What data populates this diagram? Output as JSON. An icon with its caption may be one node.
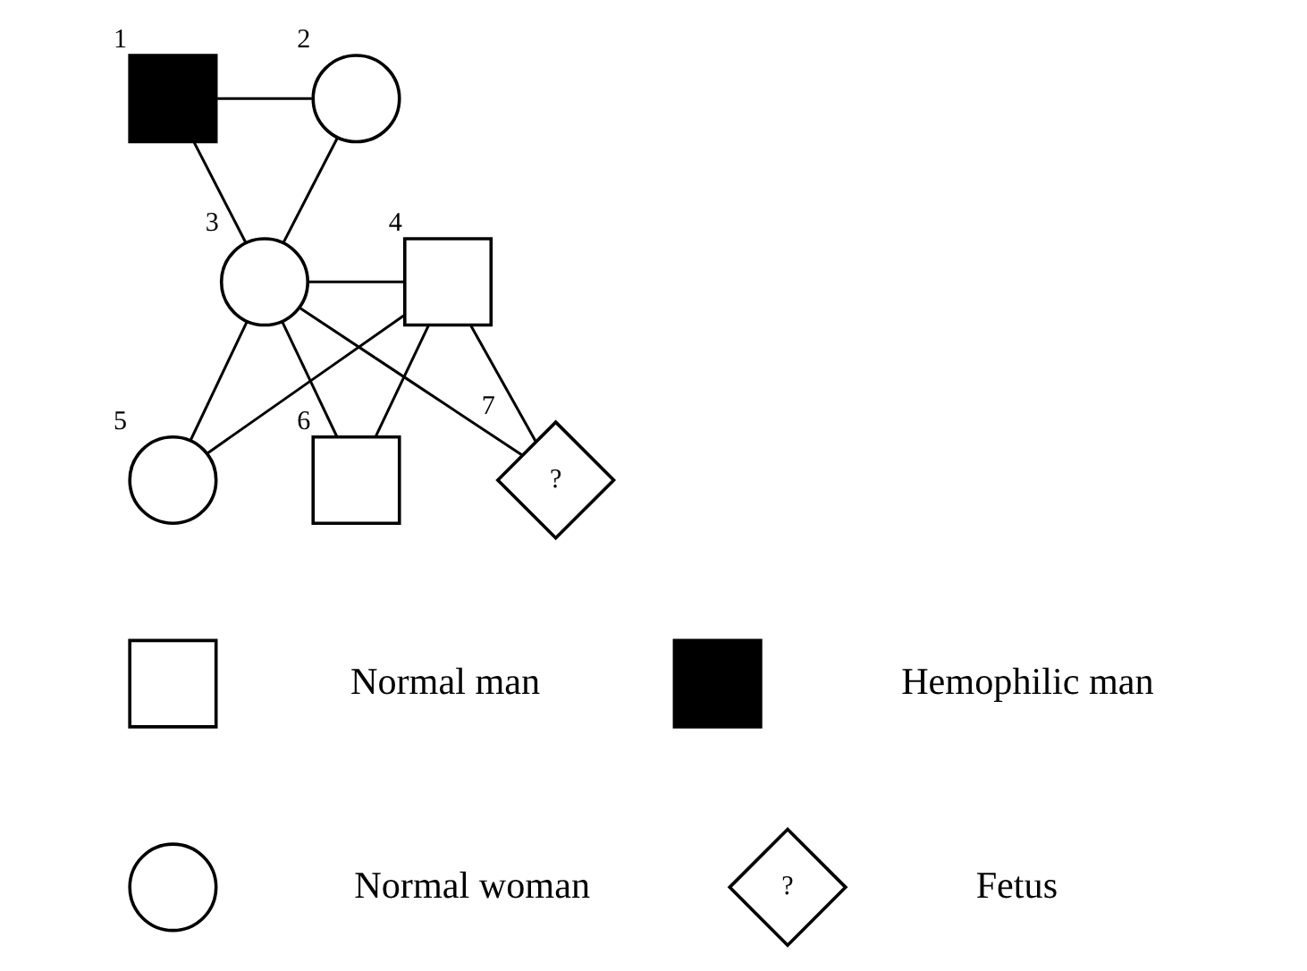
{
  "diagram": {
    "nodes": [
      {
        "text": [],
        "shape": "box",
        "beside": [
          "1"
        ]
      },
      {
        "text": [],
        "shape": "circle",
        "beside": [
          "2"
        ]
      },
      {
        "text": [],
        "shape": "circle",
        "beside": [
          "3"
        ]
      },
      {
        "text": [],
        "shape": "box",
        "beside": [
          "4"
        ]
      },
      {
        "text": [],
        "shape": "circle",
        "beside": [
          "5"
        ]
      },
      {
        "text": [],
        "shape": "box",
        "beside": [
          "6"
        ]
      },
      {
        "text": [
          "?"
        ],
        "beside": [
          "7"
        ]
      },
      {
        "text": [],
        "shape": "box",
        "beside": [
          "Normal man"
        ]
      },
      {
        "text": [],
        "shape": "box",
        "beside": [
          "Hemophilic man"
        ]
      },
      {
        "text": [],
        "shape": "circle",
        "beside": [
          "Normal woman"
        ]
      },
      {
        "text": [
          "?"
        ],
        "beside": [
          "Fetus"
        ]
      }
    ],
    "edges": [
      {
        "from": 0,
        "to": 1,
        "arrow": "none"
      },
      {
        "from": 0,
        "to": 2,
        "arrow": "none"
      },
      {
        "from": 1,
        "to": 2,
        "arrow": "none"
      },
      {
        "from": 2,
        "to": 3,
        "arrow": "none"
      },
      {
        "from": 2,
        "to": 4,
        "arrow": "none"
      },
      {
        "from": 3,
        "to": 4,
        "arrow": "none"
      },
      {
        "from": 2,
        "to": 5,
        "arrow": "none"
      },
      {
        "from": 3,
        "to": 5,
        "arrow": "none"
      },
      {
        "from": 2,
        "to": 6,
        "arrow": "none"
      },
      {
        "from": 3,
        "to": 6,
        "arrow": "none"
      }
    ]
  }
}
